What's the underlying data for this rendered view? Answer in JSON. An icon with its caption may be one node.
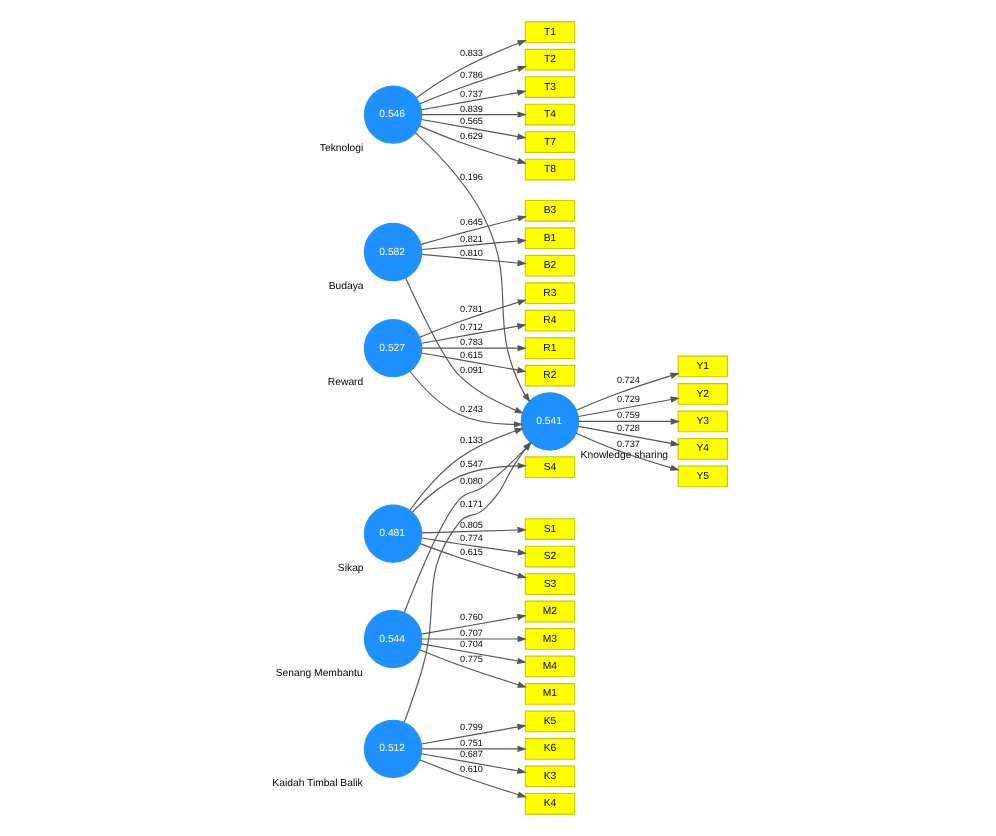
{
  "diagram": {
    "nodes": [
      {
        "text": [
          "T1"
        ]
      },
      {
        "text": [
          "T2"
        ]
      },
      {
        "text": [
          "T3"
        ]
      },
      {
        "text": [
          "T4"
        ]
      },
      {
        "text": [
          "T7"
        ]
      },
      {
        "text": [
          "T8"
        ]
      },
      {
        "text": [
          "B1"
        ]
      },
      {
        "text": [
          "B2"
        ]
      },
      {
        "text": [
          "B3"
        ]
      },
      {
        "text": [
          "0.582"
        ],
        "beside": [
          "Budaya"
        ]
      },
      {
        "text": [
          "0.546"
        ],
        "beside": [
          "Teknologi"
        ]
      },
      {
        "text": [
          "R1"
        ]
      },
      {
        "text": [
          "R2"
        ]
      },
      {
        "text": [
          "R3"
        ]
      },
      {
        "text": [
          "R4"
        ]
      },
      {
        "text": [
          "0.527"
        ],
        "beside": [
          "Reward"
        ]
      },
      {
        "text": [
          "S1"
        ]
      },
      {
        "text": [
          "S2"
        ]
      },
      {
        "text": [
          "S3"
        ]
      },
      {
        "text": [
          "S4"
        ]
      },
      {
        "text": [
          "0.481"
        ],
        "beside": [
          "Sikap"
        ]
      },
      {
        "text": [
          "0.541"
        ],
        "beside": [
          "Knowledge sharing"
        ]
      },
      {
        "text": [
          "Y1"
        ]
      },
      {
        "text": [
          "Y2"
        ]
      },
      {
        "text": [
          "Y3"
        ]
      },
      {
        "text": [
          "Y4"
        ]
      },
      {
        "text": [
          "Y5"
        ]
      },
      {
        "text": [
          "M1"
        ]
      },
      {
        "text": [
          "M2"
        ]
      },
      {
        "text": [
          "M3"
        ]
      },
      {
        "text": [
          "M4"
        ]
      },
      {
        "text": [
          "0.544"
        ],
        "beside": [
          "Senang Membantu"
        ]
      },
      {
        "text": [
          "0.512"
        ],
        "beside": [
          "Kaidah Timbal Balik"
        ]
      },
      {
        "text": [
          "K3"
        ]
      },
      {
        "text": [
          "K4"
        ]
      },
      {
        "text": [
          "K5"
        ]
      },
      {
        "text": [
          "K6"
        ]
      }
    ],
    "edges": [
      {
        "from": 9,
        "to": 6,
        "arrow": "to",
        "label": "0.821"
      },
      {
        "from": 9,
        "to": 7,
        "arrow": "to",
        "label": "0.810"
      },
      {
        "from": 9,
        "to": 8,
        "arrow": "to",
        "label": "0.645"
      },
      {
        "from": 10,
        "to": 0,
        "arrow": "to",
        "label": "0.833"
      },
      {
        "from": 10,
        "to": 1,
        "arrow": "to",
        "label": "0.786"
      },
      {
        "from": 10,
        "to": 2,
        "arrow": "to",
        "label": "0.737"
      },
      {
        "from": 10,
        "to": 3,
        "arrow": "to",
        "label": "0.839"
      },
      {
        "from": 10,
        "to": 4,
        "arrow": "to",
        "label": "0.565"
      },
      {
        "from": 10,
        "to": 5,
        "arrow": "to",
        "label": "0.629"
      },
      {
        "from": 15,
        "to": 11,
        "arrow": "to",
        "label": "0.783"
      },
      {
        "from": 15,
        "to": 12,
        "arrow": "to",
        "label": "0.615"
      },
      {
        "from": 15,
        "to": 13,
        "arrow": "to",
        "label": "0.781"
      },
      {
        "from": 15,
        "to": 14,
        "arrow": "to",
        "label": "0.712"
      },
      {
        "from": 20,
        "to": 16,
        "arrow": "to",
        "label": "0.805"
      },
      {
        "from": 20,
        "to": 17,
        "arrow": "to",
        "label": "0.774"
      },
      {
        "from": 20,
        "to": 18,
        "arrow": "to",
        "label": "0.615"
      },
      {
        "from": 20,
        "to": 19,
        "arrow": "to",
        "label": "0.547"
      },
      {
        "from": 31,
        "to": 27,
        "arrow": "to",
        "label": "0.775"
      },
      {
        "from": 31,
        "to": 28,
        "arrow": "to",
        "label": "0.760"
      },
      {
        "from": 31,
        "to": 29,
        "arrow": "to",
        "label": "0.707"
      },
      {
        "from": 31,
        "to": 30,
        "arrow": "to",
        "label": "0.704"
      },
      {
        "from": 9,
        "to": 21,
        "arrow": "to",
        "label": "0.091"
      },
      {
        "from": 10,
        "to": 21,
        "arrow": "to",
        "label": "0.196"
      },
      {
        "from": 15,
        "to": 21,
        "arrow": "to",
        "label": "0.243"
      },
      {
        "from": 20,
        "to": 21,
        "arrow": "to",
        "label": "0.133"
      },
      {
        "from": 31,
        "to": 21,
        "arrow": "to",
        "label": "0.080"
      },
      {
        "from": 32,
        "to": 21,
        "arrow": "to",
        "label": "0.171"
      },
      {
        "from": 21,
        "to": 22,
        "arrow": "to",
        "label": "0.724"
      },
      {
        "from": 21,
        "to": 23,
        "arrow": "to",
        "label": "0.729"
      },
      {
        "from": 21,
        "to": 24,
        "arrow": "to",
        "label": "0.759"
      },
      {
        "from": 21,
        "to": 25,
        "arrow": "to",
        "label": "0.728"
      },
      {
        "from": 21,
        "to": 26,
        "arrow": "to",
        "label": "0.737"
      },
      {
        "from": 32,
        "to": 33,
        "arrow": "to",
        "label": "0.687"
      },
      {
        "from": 32,
        "to": 34,
        "arrow": "to",
        "label": "0.610"
      },
      {
        "from": 32,
        "to": 35,
        "arrow": "to",
        "label": "0.799"
      },
      {
        "from": 32,
        "to": 36,
        "arrow": "to",
        "label": "0.751"
      }
    ]
  }
}
